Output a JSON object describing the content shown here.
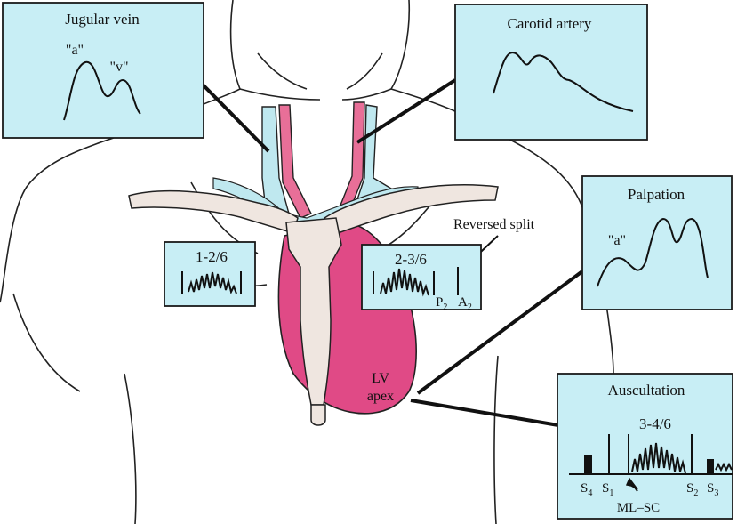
{
  "colors": {
    "box_fill": "#c8eef5",
    "vessel_blue": "#bfe8ef",
    "vessel_pink": "#e86f98",
    "heart_pink": "#e04a86",
    "bone": "#efe6e0",
    "outline": "#222222"
  },
  "boxes": {
    "jugular": {
      "title": "Jugular vein",
      "label_a": "\"a\"",
      "label_v": "\"v\""
    },
    "carotid": {
      "title": "Carotid artery"
    },
    "palpation": {
      "title": "Palpation",
      "label_a": "\"a\""
    },
    "murmur_left": {
      "grade": "1-2/6"
    },
    "murmur_right": {
      "grade": "2-3/6",
      "p2_main": "P",
      "p2_sub": "2",
      "a2_main": "A",
      "a2_sub": "2"
    },
    "auscultation": {
      "title": "Auscultation",
      "grade": "3-4/6",
      "s4_main": "S",
      "s4_sub": "4",
      "s1_main": "S",
      "s1_sub": "1",
      "s2_main": "S",
      "s2_sub": "2",
      "s3_main": "S",
      "s3_sub": "3",
      "mlsc": "ML–SC"
    }
  },
  "annotations": {
    "reversed_split": "Reversed split",
    "lv_line1": "LV",
    "lv_line2": "apex"
  }
}
